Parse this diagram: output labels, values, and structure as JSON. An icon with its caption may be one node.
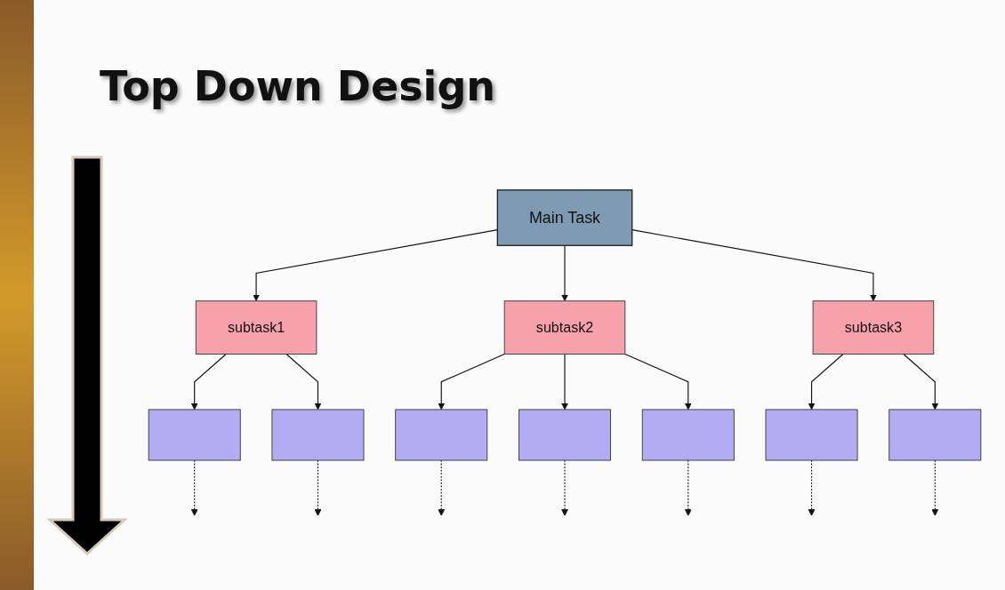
{
  "diagram": {
    "title": "Top Down Design",
    "nodes": [
      {
        "text": [
          "Main Task"
        ]
      },
      {
        "text": [
          "subtask1"
        ]
      },
      {
        "text": [
          "subtask2"
        ]
      },
      {
        "text": [
          "subtask3"
        ]
      },
      {
        "text": [],
        "shape": "box"
      },
      {
        "text": [],
        "shape": "box"
      },
      {
        "text": [],
        "shape": "box"
      },
      {
        "text": [],
        "shape": "box"
      },
      {
        "text": [],
        "shape": "box"
      },
      {
        "text": [],
        "shape": "box"
      },
      {
        "text": [],
        "shape": "box"
      }
    ],
    "edges": [
      {
        "from": 0,
        "to": 1,
        "arrow": "to"
      },
      {
        "from": 0,
        "to": 2,
        "arrow": "to"
      },
      {
        "from": 0,
        "to": 3,
        "arrow": "to"
      },
      {
        "from": 1,
        "to": 4,
        "arrow": "to"
      },
      {
        "from": 1,
        "to": 5,
        "arrow": "to"
      },
      {
        "from": 2,
        "to": 6,
        "arrow": "to"
      },
      {
        "from": 2,
        "to": 7,
        "arrow": "to"
      },
      {
        "from": 2,
        "to": 8,
        "arrow": "to"
      },
      {
        "from": 3,
        "to": 9,
        "arrow": "to"
      },
      {
        "from": 3,
        "to": 10,
        "arrow": "to"
      },
      {
        "from": 4,
        "to": null,
        "arrow": "to",
        "style": "dashed"
      },
      {
        "from": 5,
        "to": null,
        "arrow": "to",
        "style": "dashed"
      },
      {
        "from": 6,
        "to": null,
        "arrow": "to",
        "style": "dashed"
      },
      {
        "from": 7,
        "to": null,
        "arrow": "to",
        "style": "dashed"
      },
      {
        "from": 8,
        "to": null,
        "arrow": "to",
        "style": "dashed"
      },
      {
        "from": 9,
        "to": null,
        "arrow": "to",
        "style": "dashed"
      },
      {
        "from": 10,
        "to": null,
        "arrow": "to",
        "style": "dashed"
      }
    ]
  }
}
